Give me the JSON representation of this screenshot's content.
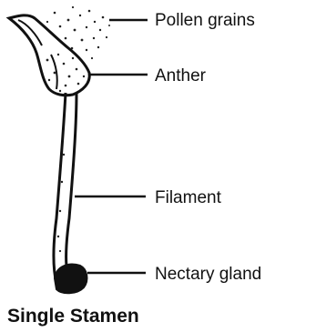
{
  "labels": {
    "pollen": "Pollen grains",
    "anther": "Anther",
    "filament": "Filament",
    "nectary": "Nectary gland"
  },
  "caption": "Single Stamen"
}
